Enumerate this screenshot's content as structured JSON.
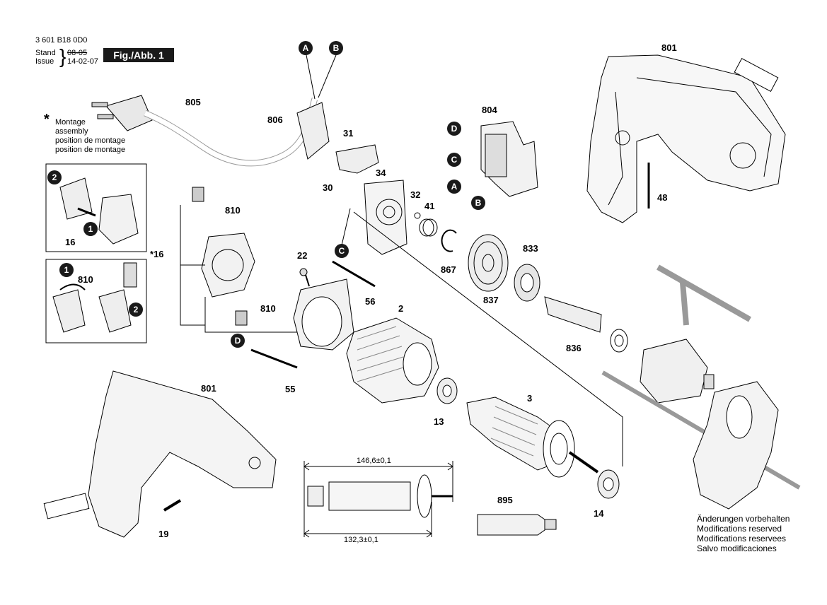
{
  "header": {
    "doc_number": "3 601 B18 0D0",
    "stand_label": "Stand",
    "issue_label": "Issue",
    "stand_value": "08-05",
    "issue_value": "14-02-07",
    "figure_label": "Fig./Abb. 1"
  },
  "legend": {
    "star": "*",
    "lines": [
      "Montage",
      "assembly",
      "position de montage",
      "position de montage"
    ]
  },
  "notice": [
    "Änderungen vorbehalten",
    "Modifications reserved",
    "Modifications reservees",
    "Salvo modificaciones"
  ],
  "markers": {
    "A": "A",
    "B": "B",
    "C": "C",
    "D": "D"
  },
  "parts": {
    "p801_top": "801",
    "p805": "805",
    "p806": "806",
    "p31": "31",
    "p34": "34",
    "p30": "30",
    "p804": "804",
    "p32": "32",
    "p41": "41",
    "p48": "48",
    "p810a": "810",
    "p16_inset": "16",
    "p16_main": "16",
    "p810b": "810",
    "p810c": "810",
    "p22": "22",
    "p56": "56",
    "p2": "2",
    "p867": "867",
    "p833": "833",
    "p837": "837",
    "p836": "836",
    "p55": "55",
    "p801_bottom": "801",
    "p13": "13",
    "p3": "3",
    "p14": "14",
    "p19": "19",
    "p895": "895"
  },
  "inset_steps": {
    "one": "1",
    "two": "2"
  },
  "dimensions": {
    "overall": "146,6±0,1",
    "inner": "132,3±0,1"
  }
}
